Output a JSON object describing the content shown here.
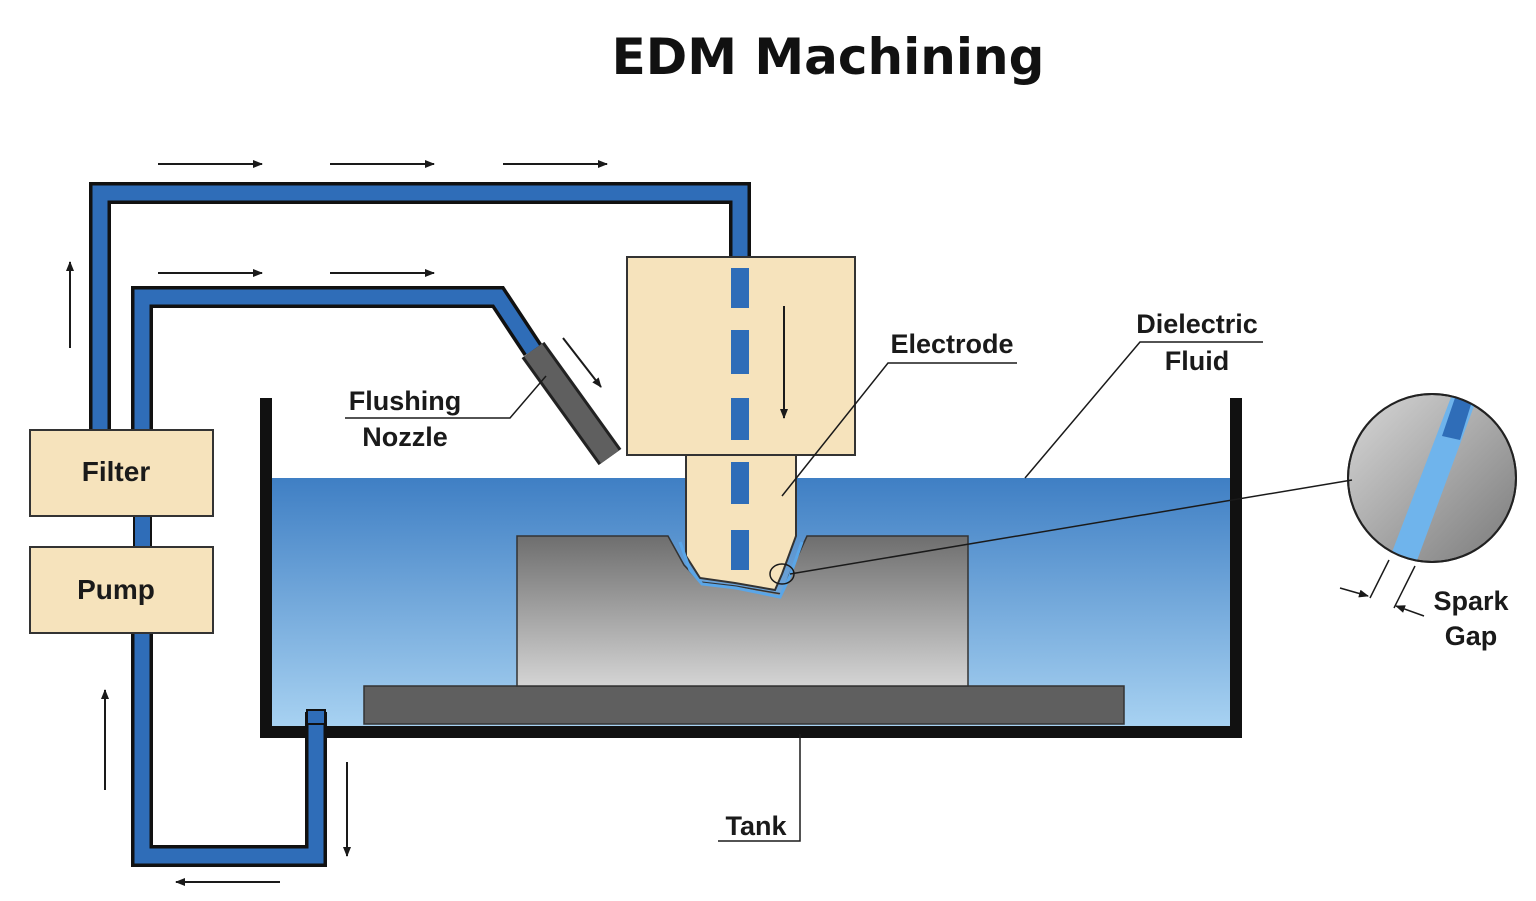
{
  "title": "EDM Machining",
  "labels": {
    "filter": "Filter",
    "pump": "Pump",
    "flushing": "Flushing",
    "nozzle": "Nozzle",
    "electrode": "Electrode",
    "dielectric": "Dielectric",
    "fluid": "Fluid",
    "spark": "Spark",
    "gap": "Gap",
    "tank": "Tank"
  },
  "colors": {
    "pipe": "#2f6db8",
    "box_fill": "#f6e3bc",
    "fluid_top": "#3f7fc4",
    "fluid_bottom": "#a9d3f2",
    "workpiece": "#8a8a8a",
    "base_plate": "#5f5f5f",
    "tank_wall": "#111111"
  }
}
